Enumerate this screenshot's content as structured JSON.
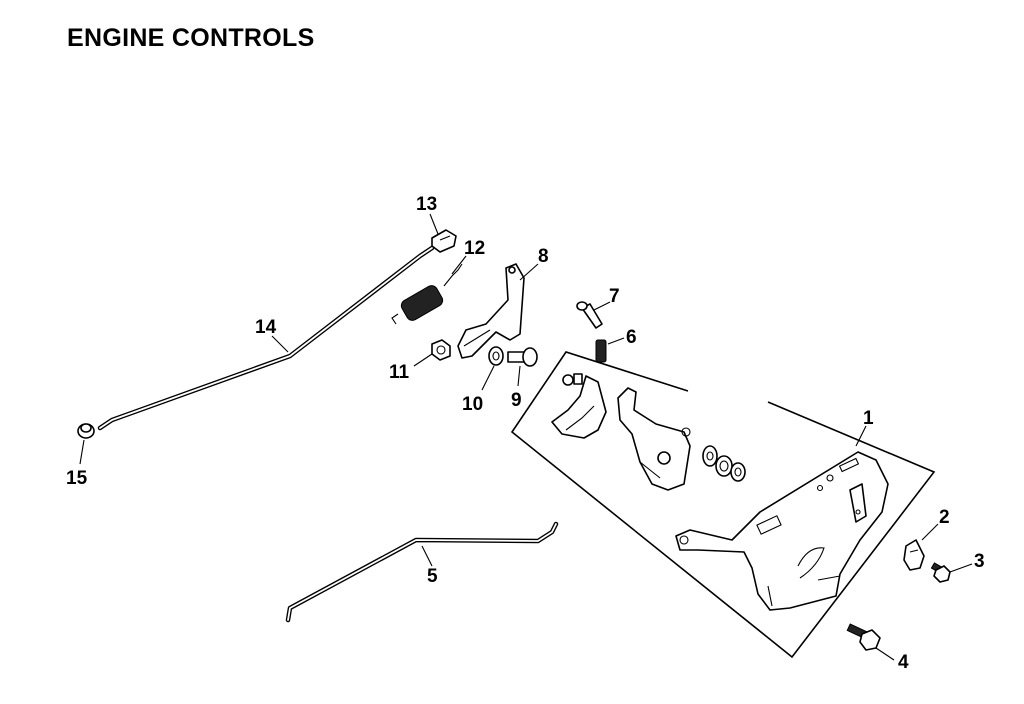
{
  "title": "ENGINE CONTROLS",
  "callouts": [
    "1",
    "2",
    "3",
    "4",
    "5",
    "6",
    "7",
    "8",
    "9",
    "10",
    "11",
    "12",
    "13",
    "14",
    "15"
  ]
}
